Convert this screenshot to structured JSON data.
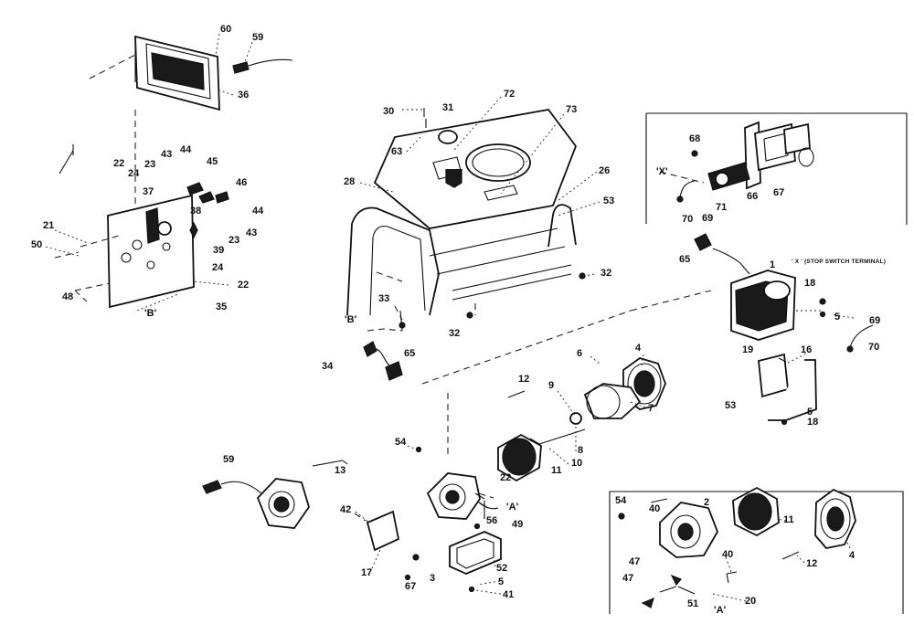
{
  "labels": [
    "60",
    "59",
    "36",
    "72",
    "31",
    "30",
    "73",
    "63",
    "26",
    "28",
    "53",
    "22",
    "43",
    "44",
    "24",
    "23",
    "45",
    "37",
    "46",
    "21",
    "38",
    "50",
    "39",
    "48",
    "35",
    "B",
    "33",
    "32",
    "34",
    "65",
    "1",
    "18",
    "5",
    "69",
    "70",
    "16",
    "19",
    "6",
    "4",
    "12",
    "9",
    "7",
    "8",
    "10",
    "11",
    "54",
    "13",
    "22",
    "56",
    "A",
    "49",
    "42",
    "17",
    "52",
    "67",
    "3",
    "41",
    "2",
    "40",
    "51",
    "20",
    "47",
    "X",
    "STOP SWITCH TERMINAL",
    "68",
    "66",
    "71"
  ],
  "note_text": "' X ' (STOP SWITCH TERMINAL)"
}
